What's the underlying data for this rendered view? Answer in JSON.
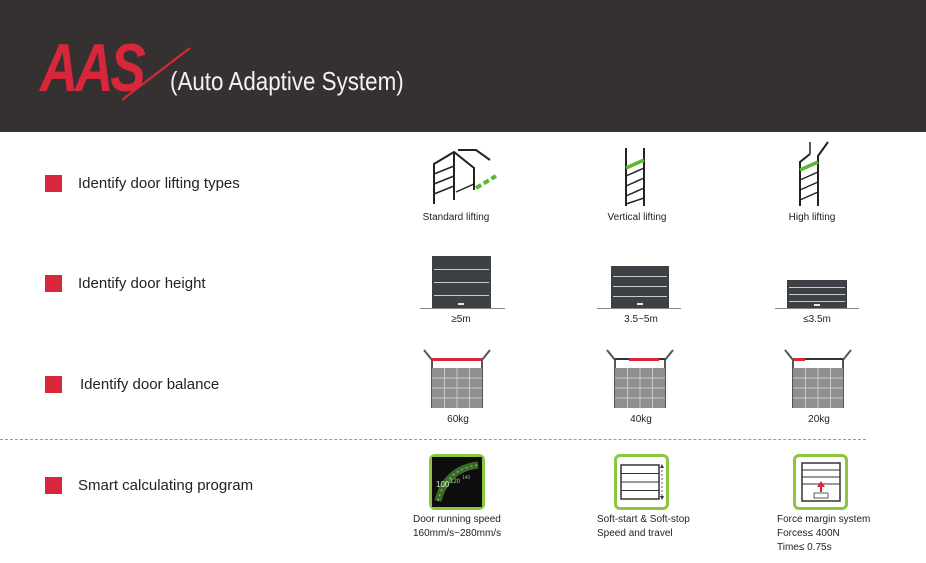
{
  "header": {
    "logo_text": "AAS",
    "subtitle": "(Auto Adaptive System)"
  },
  "colors": {
    "accent_red": "#d8263a",
    "header_bg": "#353131",
    "green": "#8cc63f"
  },
  "rows": [
    {
      "label": "Identify door lifting types",
      "items": [
        {
          "caption": "Standard lifting",
          "icon": "standard-lifting-icon"
        },
        {
          "caption": "Vertical lifting",
          "icon": "vertical-lifting-icon"
        },
        {
          "caption": "High  lifting",
          "icon": "high-lifting-icon"
        }
      ]
    },
    {
      "label": "Identify door height",
      "items": [
        {
          "caption": "≥5m",
          "icon": "tall-door-icon"
        },
        {
          "caption": "3.5~5m",
          "icon": "medium-door-icon"
        },
        {
          "caption": "≤3.5m",
          "icon": "short-door-icon"
        }
      ]
    },
    {
      "label": "Identify door balance",
      "items": [
        {
          "caption": "60kg",
          "icon": "balance-60kg-icon"
        },
        {
          "caption": "40kg",
          "icon": "balance-40kg-icon"
        },
        {
          "caption": "20kg",
          "icon": "balance-20kg-icon"
        }
      ]
    },
    {
      "label": "Smart calculating program",
      "items": [
        {
          "caption_lines": [
            "Door running speed",
            "160mm/s~280mm/s"
          ],
          "icon": "speedometer-icon"
        },
        {
          "caption_lines": [
            "Soft-start & Soft-stop",
            "Speed and travel"
          ],
          "icon": "soft-start-icon"
        },
        {
          "caption_lines": [
            "Force margin system",
            "Forces≤ 400N",
            "Time≤ 0.75s"
          ],
          "icon": "force-margin-icon"
        }
      ]
    }
  ],
  "speedometer": {
    "marks": [
      "100",
      "120",
      "140"
    ]
  }
}
